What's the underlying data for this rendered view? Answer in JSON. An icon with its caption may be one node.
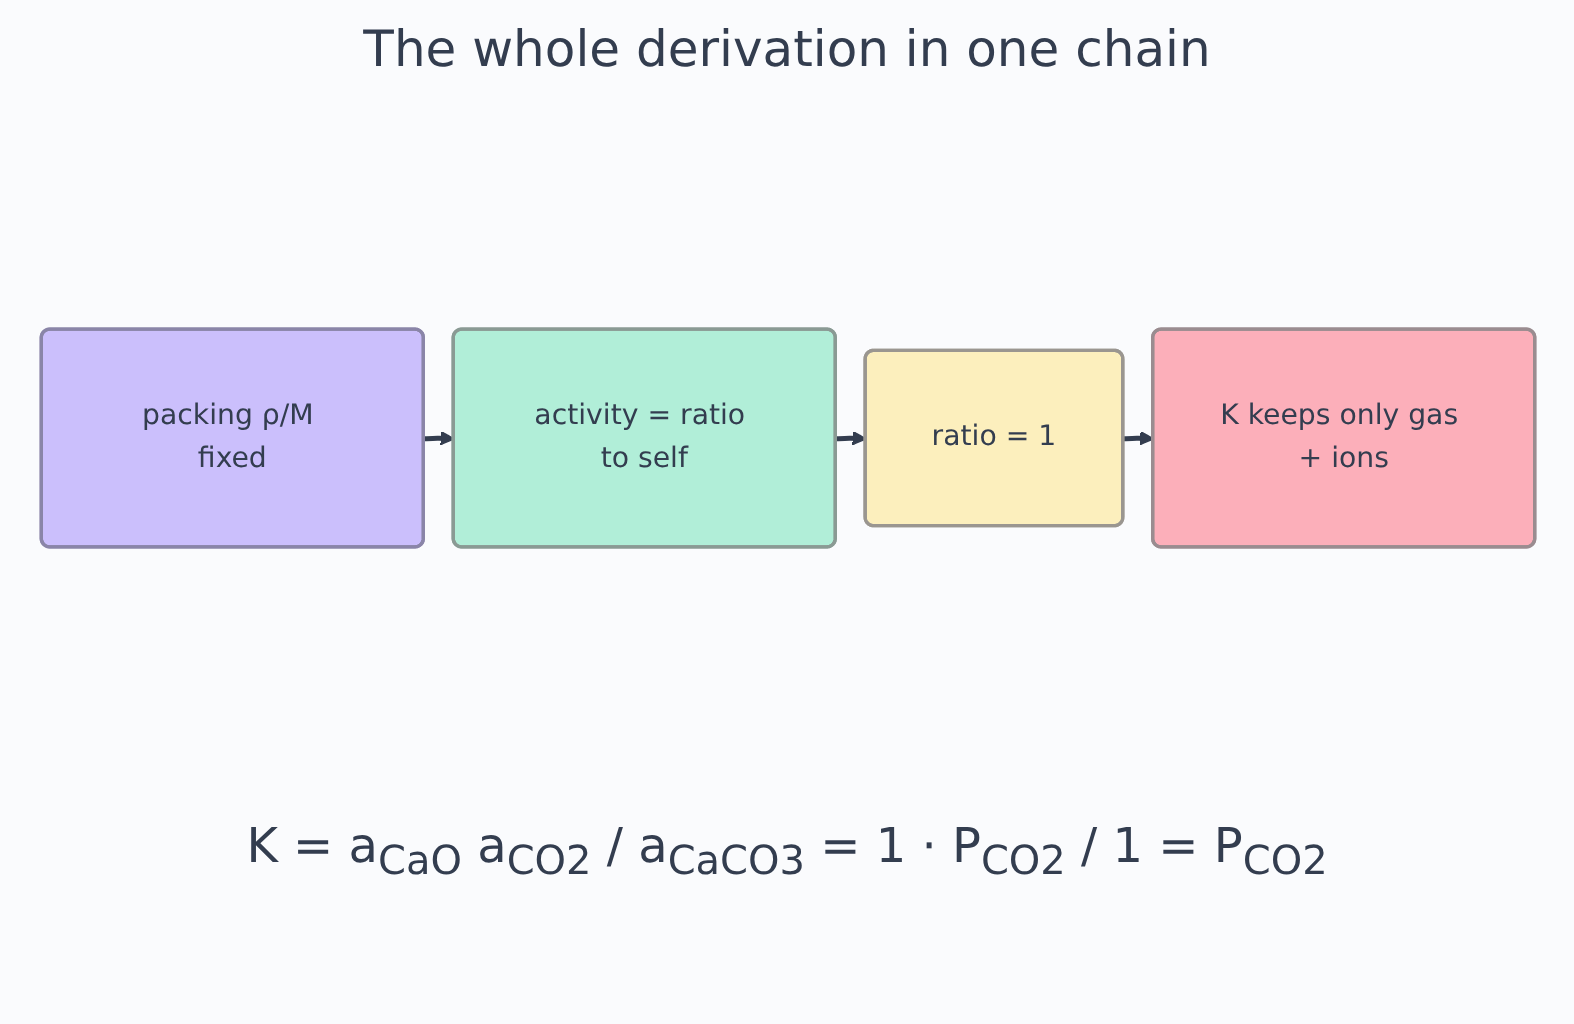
{
  "diagram": {
    "title": "The whole derivation in one chain",
    "nodes": [
      {
        "text": [
          "packing ρ/M fixed"
        ]
      },
      {
        "text": [
          "activity = ratio to self"
        ]
      },
      {
        "text": [
          "ratio = 1"
        ]
      },
      {
        "text": [
          "K keeps only gas + ions"
        ]
      }
    ],
    "edges": [
      {
        "from": 0,
        "to": 1,
        "arrow": "to"
      },
      {
        "from": 1,
        "to": 2,
        "arrow": "to"
      },
      {
        "from": 2,
        "to": 3,
        "arrow": "to"
      }
    ],
    "labels": [
      "K = a$_{CaO}$ a$_{CO2}$ / a$_{CaCO3}$ = 1 · P$_{CO2}$ / 1 = P$_{CO2}$"
    ]
  }
}
